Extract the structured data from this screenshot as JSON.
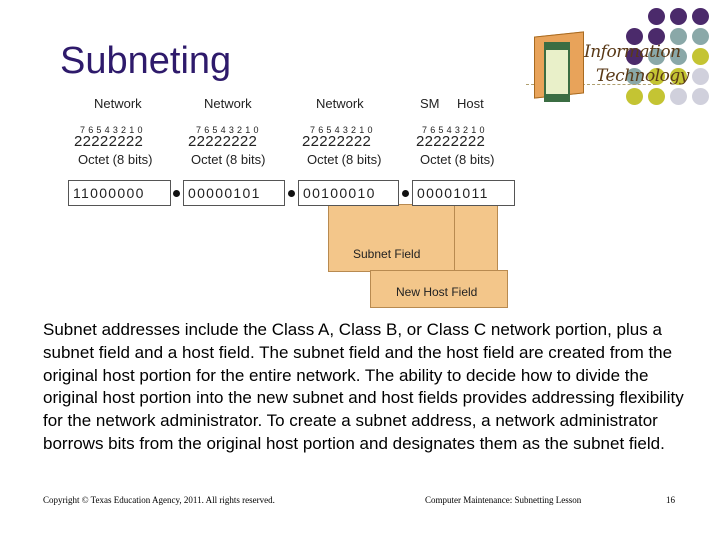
{
  "slide": {
    "title": "Subneting",
    "headers": [
      "Network",
      "Network",
      "Network",
      "SM",
      "Host"
    ],
    "bit_numbers": [
      "76543210",
      "76543210",
      "76543210",
      "76543210"
    ],
    "twos": [
      "22222222",
      "22222222",
      "22222222",
      "22222222"
    ],
    "octet_label": "Octet (8 bits)",
    "address": [
      "11000000",
      "00000101",
      "00100010",
      "00001011"
    ],
    "subnet_field_label": "Subnet Field",
    "host_field_label": "New Host Field",
    "logo_text_1": "Information",
    "logo_text_2": "Technology",
    "body": "Subnet addresses include the Class A, Class B, or Class C network portion, plus a subnet field and a host field. The subnet field and the host field are created from the original host portion for the entire network. The ability to decide how to divide the original host portion into the new subnet and host fields provides addressing flexibility for the network administrator. To create a subnet address, a network administrator borrows bits from the original host portion and designates them as the subnet field.",
    "footer_left": "Copyright © Texas Education Agency, 2011. All rights reserved.",
    "footer_center": "Computer Maintenance: Subnetting Lesson",
    "page_number": "16"
  },
  "colors": {
    "title": "#2e1a6b",
    "dot_purple": "#4b2a6b",
    "dot_teal": "#8aa8a8",
    "dot_olive": "#c4c433",
    "dot_grey": "#d0d0dc",
    "field_fill": "#f3c68a"
  }
}
